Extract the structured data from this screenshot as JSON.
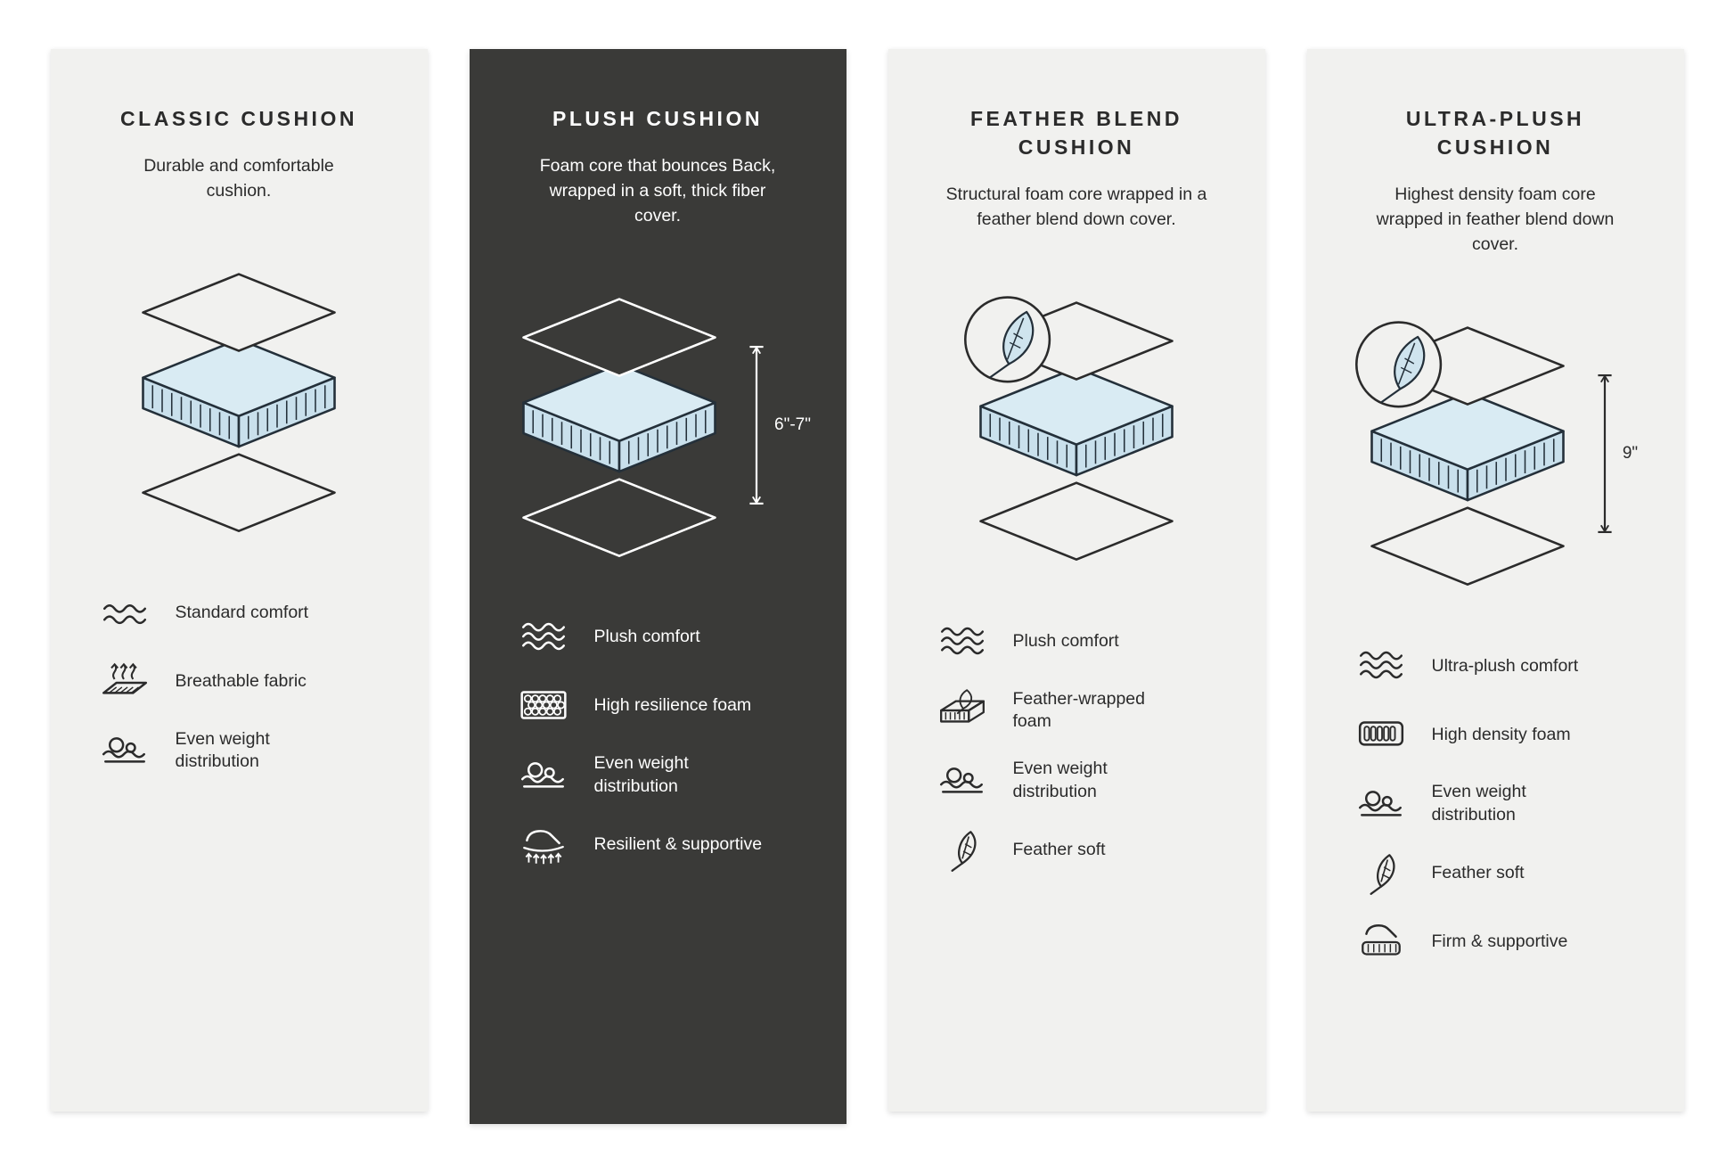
{
  "colors": {
    "page_background": "#ffffff",
    "card_light": "#f1f1ef",
    "card_dark": "#3a3a38",
    "foam_blue_top": "#d9ebf3",
    "foam_blue_side": "#c9e0ec",
    "ink": "#2b2b2b",
    "ink_inverse": "#ffffff"
  },
  "cards": [
    {
      "title": "CLASSIC CUSHION",
      "description": "Durable and comfortable cushion.",
      "features": [
        {
          "icon": "comfort-waves-icon",
          "label": "Standard comfort"
        },
        {
          "icon": "breathable-fabric-icon",
          "label": "Breathable fabric"
        },
        {
          "icon": "even-weight-distribution-icon",
          "label": "Even weight distribution"
        }
      ]
    },
    {
      "title": "PLUSH CUSHION",
      "description": "Foam core that bounces Back, wrapped in a soft, thick fiber cover.",
      "measurement": "6\"-7\"",
      "features": [
        {
          "icon": "comfort-waves-icon",
          "label": "Plush comfort"
        },
        {
          "icon": "high-resilience-foam-icon",
          "label": "High resilience foam"
        },
        {
          "icon": "even-weight-distribution-icon",
          "label": "Even weight distribution"
        },
        {
          "icon": "resilient-supportive-icon",
          "label": "Resilient & supportive"
        }
      ]
    },
    {
      "title": "FEATHER BLEND CUSHION",
      "description": "Structural foam core wrapped in a feather blend down cover.",
      "badge": "feather",
      "features": [
        {
          "icon": "comfort-waves-icon",
          "label": "Plush comfort"
        },
        {
          "icon": "feather-wrapped-foam-icon",
          "label": "Feather-wrapped foam"
        },
        {
          "icon": "even-weight-distribution-icon",
          "label": "Even weight distribution"
        },
        {
          "icon": "feather-icon",
          "label": "Feather soft"
        }
      ]
    },
    {
      "title": "ULTRA-PLUSH CUSHION",
      "description": "Highest density foam core wrapped in feather blend down cover.",
      "badge": "feather",
      "measurement": "9\"",
      "features": [
        {
          "icon": "comfort-waves-icon",
          "label": "Ultra-plush comfort"
        },
        {
          "icon": "high-density-foam-icon",
          "label": "High density foam"
        },
        {
          "icon": "even-weight-distribution-icon",
          "label": "Even weight distribution"
        },
        {
          "icon": "feather-icon",
          "label": "Feather soft"
        },
        {
          "icon": "firm-supportive-icon",
          "label": "Firm & supportive"
        }
      ]
    }
  ]
}
